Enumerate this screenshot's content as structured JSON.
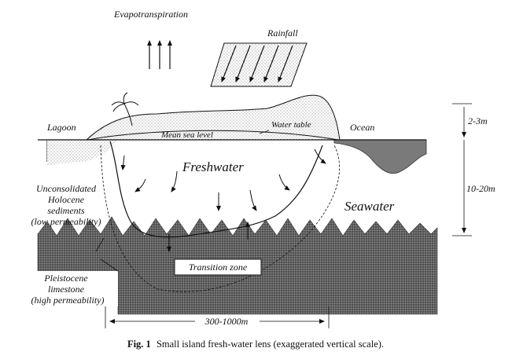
{
  "labels": {
    "evapotranspiration": "Evapotranspiration",
    "rainfall": "Rainfall",
    "lagoon": "Lagoon",
    "ocean": "Ocean",
    "water_table": "Water table",
    "mean_sea_level": "Mean sea level",
    "freshwater": "Freshwater",
    "seawater": "Seawater",
    "holocene_line1": "Unconsolidated",
    "holocene_line2": "Holocene",
    "holocene_line3": "sediments",
    "holocene_line4": "(low permeability)",
    "transition_zone": "Transition zone",
    "pleistocene_line1": "Pleistocene",
    "pleistocene_line2": "limestone",
    "pleistocene_line3": "(high permeability)",
    "dim_height_upper": "2-3m",
    "dim_height_lower": "10-20m",
    "dim_width": "300-1000m"
  },
  "caption": {
    "fig_label": "Fig. 1",
    "text": "Small island fresh-water lens (exaggerated vertical scale)."
  }
}
